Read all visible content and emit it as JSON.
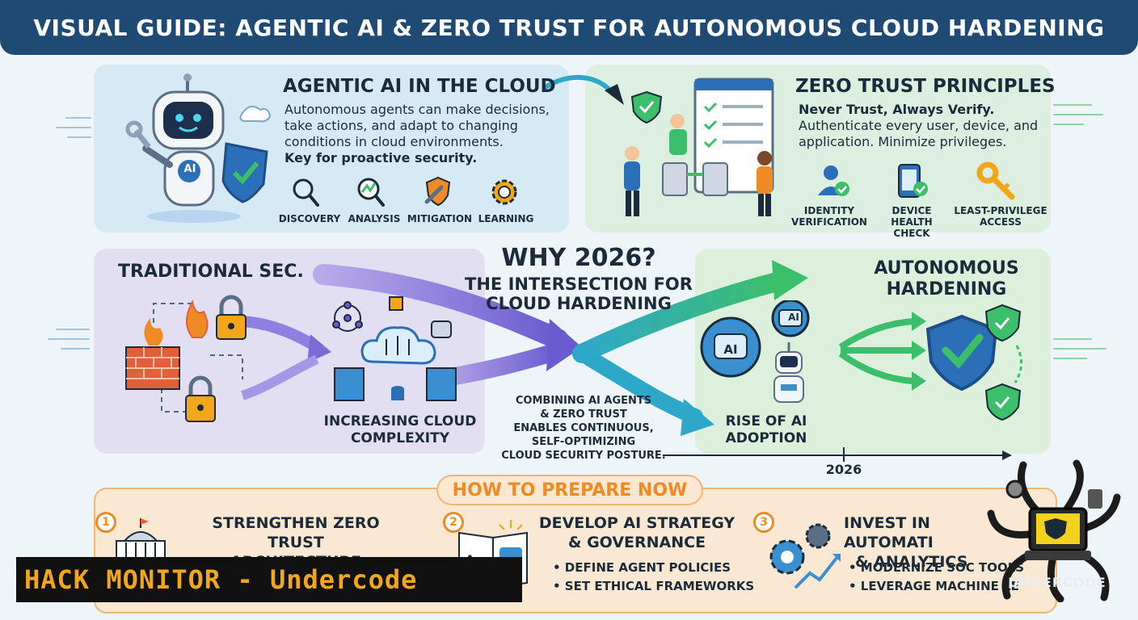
{
  "title": "VISUAL GUIDE: AGENTIC AI & ZERO TRUST FOR AUTONOMOUS CLOUD HARDENING",
  "agentic": {
    "heading": "AGENTIC AI IN THE CLOUD",
    "lines": [
      "Autonomous agents can make decisions,",
      "take actions, and adapt to changing",
      "conditions in cloud environments."
    ],
    "emphasis": "Key for proactive security.",
    "robot_label": "AI",
    "steps": [
      "DISCOVERY",
      "ANALYSIS",
      "MITIGATION",
      "LEARNING"
    ]
  },
  "zero_trust": {
    "heading": "ZERO TRUST PRINCIPLES",
    "emphasis": "Never Trust, Always Verify.",
    "lines": [
      "Authenticate every user, device, and",
      "application. Minimize privileges."
    ],
    "items": [
      [
        "IDENTITY",
        "VERIFICATION"
      ],
      [
        "DEVICE HEALTH",
        "CHECK"
      ],
      [
        "LEAST-PRIVILEGE",
        "ACCESS"
      ]
    ]
  },
  "traditional": {
    "heading": "TRADITIONAL SEC.",
    "cloud_caption": [
      "INCREASING CLOUD",
      "COMPLEXITY"
    ]
  },
  "center": {
    "why": "WHY 2026?",
    "subtitle": [
      "THE INTERSECTION FOR",
      "CLOUD HARDENING"
    ],
    "combine": [
      "COMBINING AI AGENTS",
      "& ZERO TRUST",
      "ENABLES CONTINUOUS,",
      "SELF-OPTIMIZING",
      "CLOUD SECURITY POSTURE."
    ]
  },
  "autonomous": {
    "heading": [
      "AUTONOMOUS",
      "HARDENING"
    ],
    "rise": [
      "RISE OF AI",
      "ADOPTION"
    ],
    "year": "2026",
    "ai_labels": [
      "AI",
      "AI"
    ]
  },
  "prepare": {
    "heading": "HOW TO PREPARE NOW",
    "items": [
      {
        "num": "1",
        "title": [
          "STRENGTHEN ZERO TRUST",
          "ARCHITECTURE"
        ],
        "bullets": []
      },
      {
        "num": "2",
        "title": [
          "DEVELOP AI STRATEGY",
          "& GOVERNANCE"
        ],
        "bullets": [
          "• DEFINE AGENT POLICIES",
          "• SET ETHICAL FRAMEWORKS"
        ]
      },
      {
        "num": "3",
        "title": [
          "INVEST IN AUTOMATI",
          "& ANALYTICS"
        ],
        "bullets": [
          "• MODERNIZE SOC TOOLS",
          "• LEVERAGE MACHINE LE"
        ]
      }
    ]
  },
  "watermark": "HACK MONITOR - Undercode",
  "logo_text": "UNDERCODE",
  "colors": {
    "title_bg": "#1f4a73",
    "accent_orange": "#f08a24",
    "arrow_purple": "#6a5bd0",
    "arrow_teal": "#2ea8c9",
    "arrow_green": "#3cbf6a",
    "watermark_text": "#f2a71b"
  }
}
